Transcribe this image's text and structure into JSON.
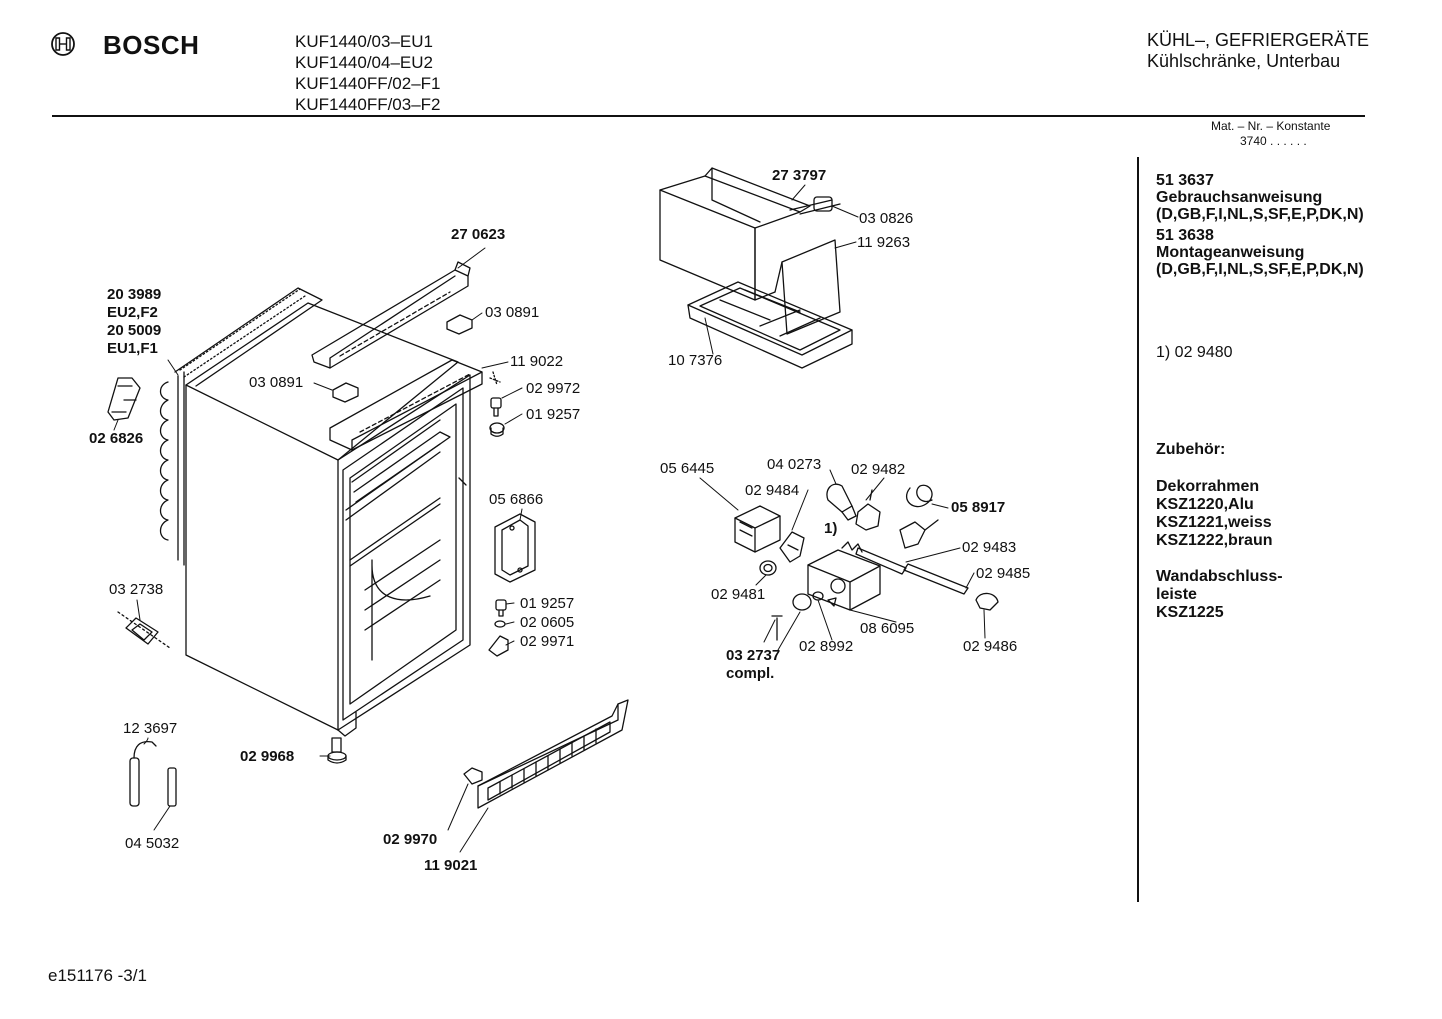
{
  "header": {
    "brand": "BOSCH",
    "logo_icon": "bosch-armature-logo",
    "models": [
      "KUF1440/03–EU1",
      "KUF1440/04–EU2",
      "KUF1440FF/02–F1",
      "KUF1440FF/03–F2"
    ],
    "category_line1": "KÜHL–, GEFRIERGERÄTE",
    "category_line2": "Kühlschränke, Unterbau",
    "mat_label": "Mat. – Nr. – Konstante",
    "mat_value": "3740 . . . . . ."
  },
  "sidebar": {
    "doc1_number": "51 3637",
    "doc1_title": "Gebrauchsanweisung",
    "doc1_langs": "(D,GB,F,I,NL,S,SF,E,P,DK,N)",
    "doc2_number": "51 3638",
    "doc2_title": "Montageanweisung",
    "doc2_langs": "(D,GB,F,I,NL,S,SF,E,P,DK,N)",
    "footnote": "1)  02 9480",
    "accessories_title": "Zubehör:",
    "decor_title": "Dekorrahmen",
    "decor_items": [
      "KSZ1220,Alu",
      "KSZ1221,weiss",
      "KSZ1222,braun"
    ],
    "wall_title_1": "Wandabschluss-",
    "wall_title_2": "leiste",
    "wall_item": "KSZ1225"
  },
  "parts": {
    "p270623": "27 0623",
    "p203989": "20 3989",
    "eu2f2": "EU2,F2",
    "p205009": "20 5009",
    "eu1f1": "EU1,F1",
    "p030891a": "03 0891",
    "p030891b": "03 0891",
    "p119022": "11 9022",
    "p029972": "02 9972",
    "p019257a": "01 9257",
    "p026826": "02 6826",
    "p056866": "05 6866",
    "p032738": "03 2738",
    "p019257b": "01 9257",
    "p020605": "02 0605",
    "p029971": "02 9971",
    "p123697": "12 3697",
    "p029968": "02 9968",
    "p045032": "04 5032",
    "p029970": "02 9970",
    "p119021": "11 9021",
    "p273797": "27 3797",
    "p030826": "03 0826",
    "p119263": "11 9263",
    "p107376": "10 7376",
    "p056445": "05 6445",
    "p040273": "04 0273",
    "p029482": "02 9482",
    "p029484": "02 9484",
    "p058917": "05 8917",
    "footnote_mark": "1)",
    "p029483": "02 9483",
    "p029481": "02 9481",
    "p029485": "02 9485",
    "p086095": "08 6095",
    "p029486": "02 9486",
    "p032737": "03 2737",
    "compl": "compl.",
    "p028992": "02 8992"
  },
  "footer": {
    "code": "e151176 -3/1"
  }
}
